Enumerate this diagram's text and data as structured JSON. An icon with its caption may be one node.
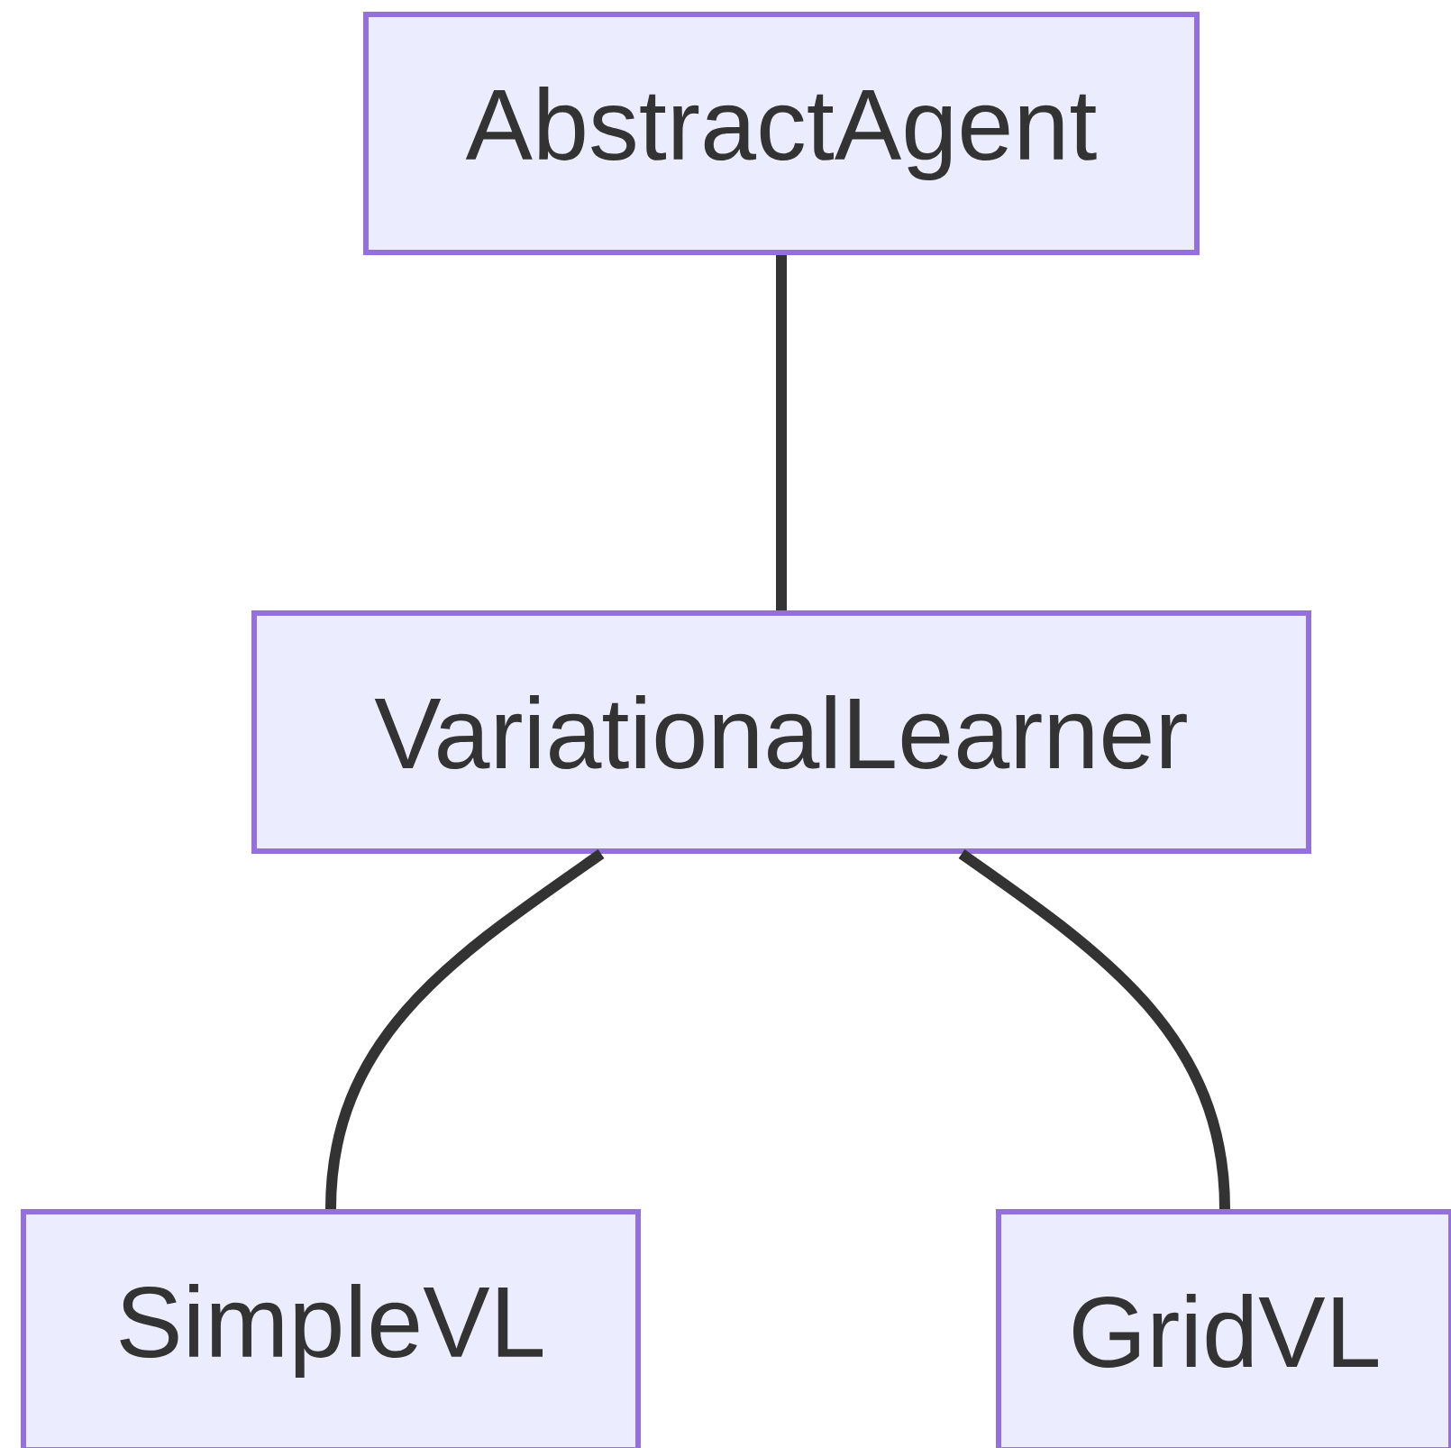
{
  "diagram": {
    "nodes": [
      {
        "text": [
          "AbstractAgent"
        ]
      },
      {
        "text": [
          "VariationalLearner"
        ]
      },
      {
        "text": [
          "SimpleVL"
        ]
      },
      {
        "text": [
          "GridVL"
        ]
      }
    ],
    "edges": [
      {
        "from": 0,
        "to": 1,
        "arrow": "none"
      },
      {
        "from": 1,
        "to": 2,
        "arrow": "none"
      },
      {
        "from": 1,
        "to": 3,
        "arrow": "none"
      }
    ]
  }
}
